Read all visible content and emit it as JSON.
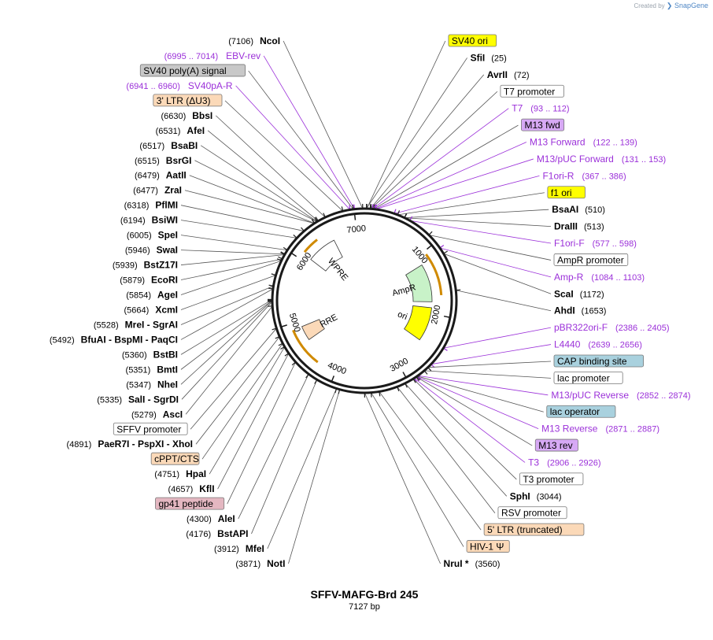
{
  "watermark": {
    "created_by": "Created by",
    "brand": "SnapGene"
  },
  "plasmid": {
    "name": "SFFV-MAFG-Brd 245",
    "length_label": "7127 bp",
    "total_bp": 7127
  },
  "colors": {
    "enzyme": "#000000",
    "primer": "#9b30d9",
    "backbone": "#1a1a1a",
    "orange_arrow": "#d08a00",
    "yellow_feature": "#ffff00",
    "gray_feature": "#c8c8c8",
    "peach_feature": "#fbd9b8",
    "violet_feature": "#d7a9f5",
    "teal_feature": "#a9d1de",
    "pink_feature": "#e4b7c1"
  },
  "ticks": [
    {
      "label": "1000",
      "pos": 1000
    },
    {
      "label": "2000",
      "pos": 2000
    },
    {
      "label": "3000",
      "pos": 3000
    },
    {
      "label": "4000",
      "pos": 4000
    },
    {
      "label": "5000",
      "pos": 5000
    },
    {
      "label": "6000",
      "pos": 6000
    },
    {
      "label": "7000",
      "pos": 7000
    }
  ],
  "inner_features": [
    {
      "name": "AmpR",
      "start": 1150,
      "end": 1800,
      "color": "#c8f2c8",
      "label": "AmpR"
    },
    {
      "name": "ori",
      "start": 1900,
      "end": 2480,
      "color": "#ffff00",
      "label": "ori"
    },
    {
      "name": "RRE",
      "start": 4650,
      "end": 4900,
      "color": "#fbd9b8",
      "label": "RRE"
    },
    {
      "name": "WPRE",
      "start": 6090,
      "end": 6600,
      "color": "#ffffff",
      "label": "WPRE"
    }
  ],
  "labels_right": [
    {
      "kind": "box",
      "text": "SV40 ori",
      "color": "#ffff00",
      "pos": 30
    },
    {
      "kind": "enzyme",
      "name": "SfiI",
      "coord": "(25)",
      "pos": 25
    },
    {
      "kind": "enzyme",
      "name": "AvrII",
      "coord": "(72)",
      "pos": 72
    },
    {
      "kind": "box",
      "text": "T7 promoter",
      "color": "#ffffff",
      "pos": 80
    },
    {
      "kind": "primer",
      "name": "T7",
      "coord": "(93 .. 112)",
      "pos": 100
    },
    {
      "kind": "box",
      "text": "M13 fwd",
      "color": "#d7a9f5",
      "pos": 115
    },
    {
      "kind": "primer",
      "name": "M13 Forward",
      "coord": "(122 .. 139)",
      "pos": 130
    },
    {
      "kind": "primer",
      "name": "M13/pUC Forward",
      "coord": "(131 .. 153)",
      "pos": 140
    },
    {
      "kind": "primer",
      "name": "F1ori-R",
      "coord": "(367 .. 386)",
      "pos": 375
    },
    {
      "kind": "box",
      "text": "f1 ori",
      "color": "#ffff00",
      "pos": 420
    },
    {
      "kind": "enzyme",
      "name": "BsaAI",
      "coord": "(510)",
      "pos": 510
    },
    {
      "kind": "enzyme",
      "name": "DraIII",
      "coord": "(513)",
      "pos": 513
    },
    {
      "kind": "primer",
      "name": "F1ori-F",
      "coord": "(577 .. 598)",
      "pos": 585
    },
    {
      "kind": "box",
      "text": "AmpR promoter",
      "color": "#ffffff",
      "pos": 880
    },
    {
      "kind": "primer",
      "name": "Amp-R",
      "coord": "(1084 .. 1103)",
      "pos": 1090
    },
    {
      "kind": "enzyme",
      "name": "ScaI",
      "coord": "(1172)",
      "pos": 1172
    },
    {
      "kind": "enzyme",
      "name": "AhdI",
      "coord": "(1653)",
      "pos": 1653
    },
    {
      "kind": "primer",
      "name": "pBR322ori-F",
      "coord": "(2386 .. 2405)",
      "pos": 2395
    },
    {
      "kind": "primer",
      "name": "L4440",
      "coord": "(2639 .. 2656)",
      "pos": 2645
    },
    {
      "kind": "box",
      "text": "CAP binding site",
      "color": "#a9d1de",
      "pos": 2700
    },
    {
      "kind": "box",
      "text": "lac promoter",
      "color": "#ffffff",
      "pos": 2760
    },
    {
      "kind": "primer",
      "name": "M13/pUC Reverse",
      "coord": "(2852 .. 2874)",
      "pos": 2860
    },
    {
      "kind": "box",
      "text": "lac operator",
      "color": "#a9d1de",
      "pos": 2870
    },
    {
      "kind": "primer",
      "name": "M13 Reverse",
      "coord": "(2871 .. 2887)",
      "pos": 2878
    },
    {
      "kind": "box",
      "text": "M13 rev",
      "color": "#d7a9f5",
      "pos": 2885
    },
    {
      "kind": "primer",
      "name": "T3",
      "coord": "(2906 .. 2926)",
      "pos": 2915
    },
    {
      "kind": "box",
      "text": "T3 promoter",
      "color": "#ffffff",
      "pos": 2930
    },
    {
      "kind": "enzyme",
      "name": "SphI",
      "coord": "(3044)",
      "pos": 3044
    },
    {
      "kind": "box",
      "text": "RSV promoter",
      "color": "#ffffff",
      "pos": 3150
    },
    {
      "kind": "box",
      "text": "5' LTR (truncated)",
      "color": "#fbd9b8",
      "pos": 3380
    },
    {
      "kind": "box",
      "text": "HIV-1 Ψ",
      "color": "#fbd9b8",
      "pos": 3480
    },
    {
      "kind": "enzyme",
      "name": "NruI *",
      "coord": "(3560)",
      "pos": 3560
    }
  ],
  "labels_left": [
    {
      "kind": "enzyme",
      "name": "NcoI",
      "coord": "(7106)",
      "pos": 7106
    },
    {
      "kind": "primer",
      "name": "EBV-rev",
      "coord": "(6995 .. 7014)",
      "pos": 7005
    },
    {
      "kind": "box",
      "text": "SV40 poly(A) signal",
      "color": "#c8c8c8",
      "pos": 6990
    },
    {
      "kind": "primer",
      "name": "SV40pA-R",
      "coord": "(6941 .. 6960)",
      "pos": 6950
    },
    {
      "kind": "box",
      "text": "3' LTR (ΔU3)",
      "color": "#fbd9b8",
      "pos": 6860
    },
    {
      "kind": "enzyme",
      "name": "BbsI",
      "coord": "(6630)",
      "pos": 6630
    },
    {
      "kind": "enzyme",
      "name": "AfeI",
      "coord": "(6531)",
      "pos": 6531
    },
    {
      "kind": "enzyme",
      "name": "BsaBI",
      "coord": "(6517)",
      "pos": 6517
    },
    {
      "kind": "enzyme",
      "name": "BsrGI",
      "coord": "(6515)",
      "pos": 6515
    },
    {
      "kind": "enzyme",
      "name": "AatII",
      "coord": "(6479)",
      "pos": 6479
    },
    {
      "kind": "enzyme",
      "name": "ZraI",
      "coord": "(6477)",
      "pos": 6477
    },
    {
      "kind": "enzyme",
      "name": "PflMI",
      "coord": "(6318)",
      "pos": 6318
    },
    {
      "kind": "enzyme",
      "name": "BsiWI",
      "coord": "(6194)",
      "pos": 6194
    },
    {
      "kind": "enzyme",
      "name": "SpeI",
      "coord": "(6005)",
      "pos": 6005
    },
    {
      "kind": "enzyme",
      "name": "SwaI",
      "coord": "(5946)",
      "pos": 5946
    },
    {
      "kind": "enzyme",
      "name": "BstZ17I",
      "coord": "(5939)",
      "pos": 5939
    },
    {
      "kind": "enzyme",
      "name": "EcoRI",
      "coord": "(5879)",
      "pos": 5879
    },
    {
      "kind": "enzyme",
      "name": "AgeI",
      "coord": "(5854)",
      "pos": 5854
    },
    {
      "kind": "enzyme",
      "name": "XcmI",
      "coord": "(5664)",
      "pos": 5664
    },
    {
      "kind": "enzyme",
      "name": "MreI - SgrAI",
      "coord": "(5528)",
      "pos": 5528
    },
    {
      "kind": "enzyme",
      "name": "BfuAI - BspMI - PaqCI",
      "coord": "(5492)",
      "pos": 5492
    },
    {
      "kind": "enzyme",
      "name": "BstBI",
      "coord": "(5360)",
      "pos": 5360
    },
    {
      "kind": "enzyme",
      "name": "BmtI",
      "coord": "(5351)",
      "pos": 5351
    },
    {
      "kind": "enzyme",
      "name": "NheI",
      "coord": "(5347)",
      "pos": 5347
    },
    {
      "kind": "enzyme",
      "name": "SalI - SgrDI",
      "coord": "(5335)",
      "pos": 5335
    },
    {
      "kind": "enzyme",
      "name": "AscI",
      "coord": "(5279)",
      "pos": 5279
    },
    {
      "kind": "box",
      "text": "SFFV promoter",
      "color": "#ffffff",
      "pos": 5000
    },
    {
      "kind": "enzyme",
      "name": "PaeR7I - PspXI - XhoI",
      "coord": "(4891)",
      "pos": 4891
    },
    {
      "kind": "box",
      "text": "cPPT/CTS",
      "color": "#fbd9b8",
      "pos": 4800
    },
    {
      "kind": "enzyme",
      "name": "HpaI",
      "coord": "(4751)",
      "pos": 4751
    },
    {
      "kind": "enzyme",
      "name": "KflI",
      "coord": "(4657)",
      "pos": 4657
    },
    {
      "kind": "box",
      "text": "gp41 peptide",
      "color": "#e4b7c1",
      "pos": 4520
    },
    {
      "kind": "enzyme",
      "name": "AleI",
      "coord": "(4300)",
      "pos": 4300
    },
    {
      "kind": "enzyme",
      "name": "BstAPI",
      "coord": "(4176)",
      "pos": 4176
    },
    {
      "kind": "enzyme",
      "name": "MfeI",
      "coord": "(3912)",
      "pos": 3912
    },
    {
      "kind": "enzyme",
      "name": "NotI",
      "coord": "(3871)",
      "pos": 3871
    }
  ]
}
